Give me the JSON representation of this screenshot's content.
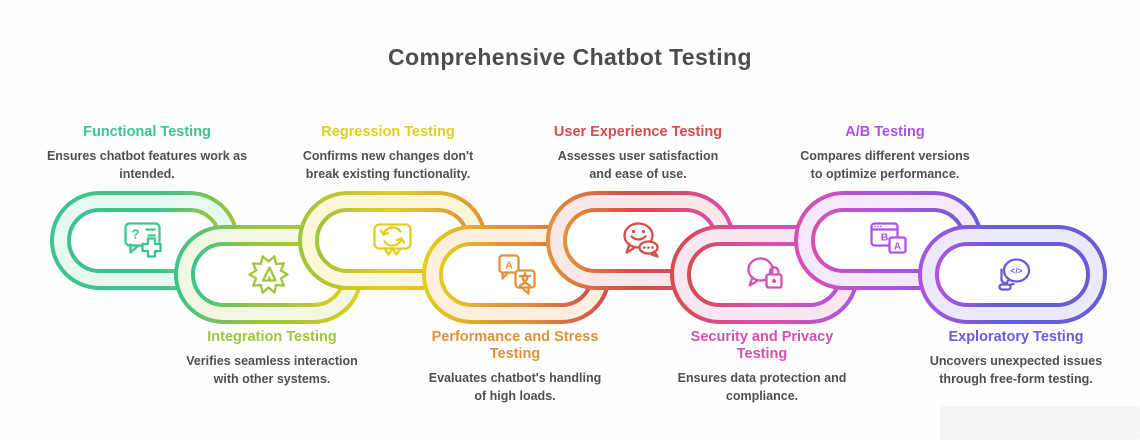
{
  "title": "Comprehensive Chatbot Testing",
  "colors": {
    "title_text": "#4d4d4d",
    "body_text": "#4f4f4f",
    "background": "#fefefe"
  },
  "chain": [
    {
      "id": "functional",
      "title": "Functional Testing",
      "description": "Ensures chatbot features work as intended.",
      "color": "#3cc48e",
      "tint": "#e7f8f1",
      "row": "top",
      "icon": "chat-question-plus-icon"
    },
    {
      "id": "integration",
      "title": "Integration Testing",
      "description": "Verifies seamless interaction with other systems.",
      "color": "#a0c43a",
      "tint": "#f2f7e1",
      "row": "bottom",
      "icon": "gear-send-icon"
    },
    {
      "id": "regression",
      "title": "Regression Testing",
      "description": "Confirms new changes don't break existing functionality.",
      "color": "#e3cd1c",
      "tint": "#fbf7d8",
      "row": "top",
      "icon": "chat-refresh-icon"
    },
    {
      "id": "performance",
      "title": "Performance and Stress Testing",
      "description": "Evaluates chatbot's handling of high loads.",
      "color": "#e0913a",
      "tint": "#fcefde",
      "row": "bottom",
      "icon": "translate-bubbles-icon"
    },
    {
      "id": "user-experience",
      "title": "User Experience Testing",
      "description": "Assesses user satisfaction and ease of use.",
      "color": "#d64c4c",
      "tint": "#fae8e8",
      "row": "top",
      "icon": "smiley-chat-icon"
    },
    {
      "id": "security",
      "title": "Security and Privacy Testing",
      "description": "Ensures data protection and compliance.",
      "color": "#d94fae",
      "tint": "#f9e6f3",
      "row": "bottom",
      "icon": "chat-lock-icon"
    },
    {
      "id": "ab-testing",
      "title": "A/B Testing",
      "description": "Compares different versions to optimize performance.",
      "color": "#ae53e3",
      "tint": "#f4e9fb",
      "row": "top",
      "icon": "ab-window-icon"
    },
    {
      "id": "exploratory",
      "title": "Exploratory Testing",
      "description": "Uncovers unexpected issues through free-form testing.",
      "color": "#695cd8",
      "tint": "#ebe9fa",
      "row": "bottom",
      "icon": "code-bubble-icon"
    }
  ],
  "icon_glyphs": {
    "question": "?",
    "letter_a": "A",
    "letter_b": "B",
    "translate_a": "A",
    "translate_char": "文",
    "code": "</>"
  }
}
